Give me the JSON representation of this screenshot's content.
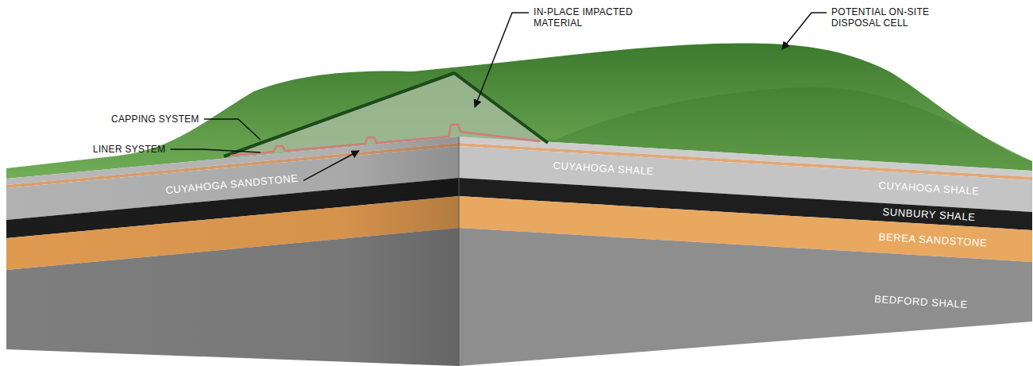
{
  "diagram": {
    "labels": [
      "IN-PLACE IMPACTED MATERIAL",
      "POTENTIAL ON-SITE DISPOSAL CELL",
      "CAPPING SYSTEM",
      "LINER SYSTEM",
      "CUYAHOGA SANDSTONE",
      "CUYAHOGA SHALE",
      "CUYAHOGA SHALE",
      "SUNBURY SHALE",
      "BEREA SANDSTONE",
      "BEDFORD SHALE"
    ]
  }
}
